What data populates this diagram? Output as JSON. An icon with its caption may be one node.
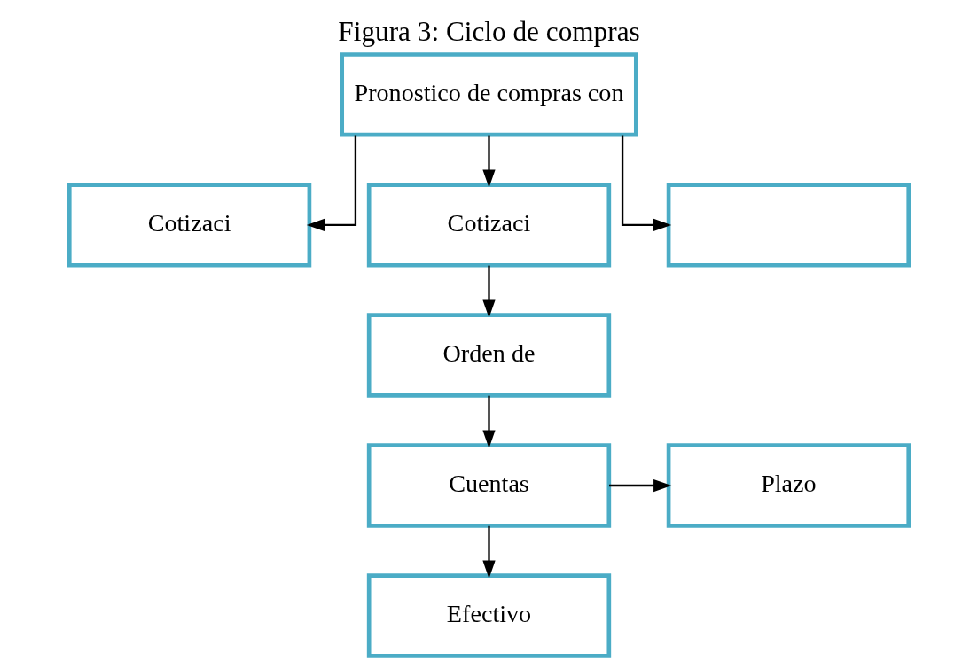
{
  "diagram": {
    "title": "Figura 3: Ciclo de compras",
    "nodes": [
      {
        "text": [
          "Pronostico de compras con"
        ]
      },
      {
        "text": [
          "Cotizaci"
        ]
      },
      {
        "text": [
          "Cotizaci"
        ]
      },
      {
        "text": [],
        "shape": "box"
      },
      {
        "text": [
          "Orden de"
        ]
      },
      {
        "text": [
          "Cuentas"
        ]
      },
      {
        "text": [
          "Plazo"
        ]
      },
      {
        "text": [
          "Efectivo"
        ]
      }
    ],
    "edges": [
      {
        "from": 0,
        "to": 1,
        "arrow": "to"
      },
      {
        "from": 0,
        "to": 2,
        "arrow": "to"
      },
      {
        "from": 0,
        "to": 3,
        "arrow": "to"
      },
      {
        "from": 2,
        "to": 4,
        "arrow": "to"
      },
      {
        "from": 4,
        "to": 5,
        "arrow": "to"
      },
      {
        "from": 5,
        "to": 6,
        "arrow": "to"
      },
      {
        "from": 5,
        "to": 7,
        "arrow": "to"
      }
    ]
  }
}
